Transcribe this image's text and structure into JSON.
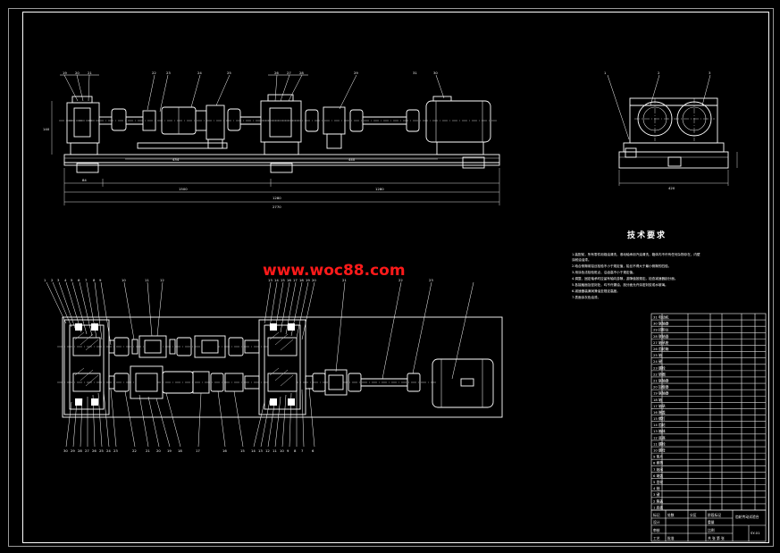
{
  "watermark": "www.woc88.com",
  "technical_requirements": {
    "title": "技术要求",
    "lines": [
      "1.装配前，所有零件用煤油清洗，滚动轴承用汽油清洗，箱体内不许有任何杂物存在，内壁",
      "涂耐油油漆。",
      "2.啮合侧隙用铅丝检验不小于规定值，铅丝不得大于最小侧隙的四倍。",
      "3.用涂色法检验斑点，沿齿高不小于规定值。",
      "4.调整、固定轴承时应留有轴向游隙，游隙值按规定。检查减速器剖分面。",
      "5.各接触面及密封处，均不许漏油，剖分面允许涂密封胶或水玻璃。",
      "6.减速器装满润滑油至规定高度。",
      "7.表面涂灰色油漆。"
    ]
  },
  "title_block": {
    "drawing_name": "齿轮传动试验台",
    "drawing_number": "SY-01",
    "rows": [
      "标记",
      "处数",
      "分区",
      "更改文件号",
      "签名",
      "年月日"
    ],
    "roles": [
      "设计",
      "审核",
      "工艺",
      "批准"
    ],
    "labels": [
      "阶段标记",
      "重量",
      "比例",
      "共 张 第 张"
    ]
  },
  "parts_list": {
    "rows": [
      "31 电动机",
      "30 联轴器",
      "29 扭矩仪",
      "28 联轴器",
      "27 轴承座",
      "26 齿轮箱",
      "25 轴",
      "24 键",
      "23 螺栓",
      "22 垫圈",
      "21 联轴器",
      "20 加载器",
      "19 联轴器",
      "18 轴",
      "17 轴承",
      "16 端盖",
      "15 螺钉",
      "14 齿轮",
      "13 箱体",
      "12 底座",
      "11 螺栓",
      "10 螺母",
      "9 垫片",
      "8 套筒",
      "7 轴承",
      "6 端盖",
      "5 齿轮",
      "4 轴",
      "3 键",
      "2 箱盖",
      "1 底板"
    ]
  },
  "dimensions": {
    "top_view": [
      "84",
      "434",
      "440",
      "140",
      "1500",
      "1280",
      "1280",
      "2770"
    ],
    "side_view": [
      "420"
    ]
  },
  "balloons": {
    "top_view": [
      "19",
      "20",
      "21",
      "22",
      "23",
      "24",
      "25",
      "26",
      "27",
      "28",
      "29",
      "30",
      "31"
    ],
    "side_view": [
      "1",
      "2",
      "3"
    ],
    "plan_top": [
      "1",
      "2",
      "3",
      "4",
      "5",
      "6",
      "7",
      "8",
      "9",
      "10",
      "11",
      "12",
      "13",
      "14",
      "15",
      "16",
      "17",
      "18",
      "19",
      "20",
      "21",
      "22",
      "23"
    ],
    "plan_bottom": [
      "30",
      "29",
      "28",
      "27",
      "26",
      "25",
      "24",
      "23",
      "22",
      "21",
      "20",
      "19",
      "18",
      "17",
      "16",
      "15",
      "14",
      "13",
      "12",
      "11",
      "10",
      "9",
      "8",
      "7",
      "6",
      "5",
      "4"
    ]
  }
}
